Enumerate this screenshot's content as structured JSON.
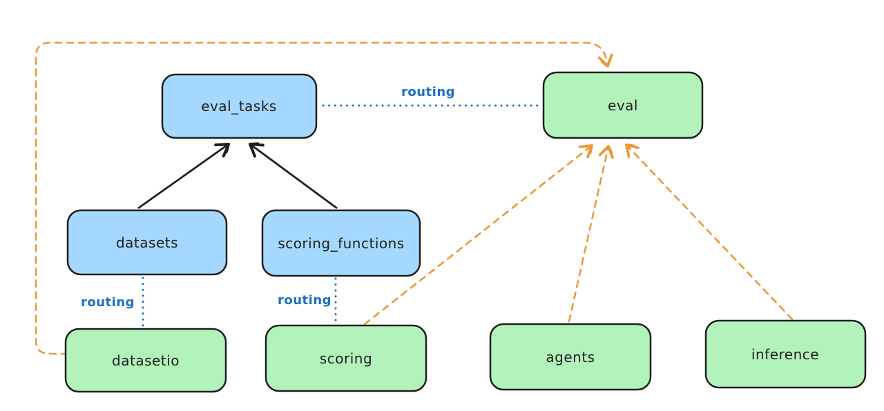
{
  "diagram": {
    "type": "flow-diagram",
    "nodes": [
      {
        "id": "eval_tasks",
        "label": "eval_tasks",
        "fill": "#a5d8ff"
      },
      {
        "id": "eval",
        "label": "eval",
        "fill": "#b2f2bb"
      },
      {
        "id": "datasets",
        "label": "datasets",
        "fill": "#a5d8ff"
      },
      {
        "id": "scoring_functions",
        "label": "scoring_functions",
        "fill": "#a5d8ff"
      },
      {
        "id": "datasetio",
        "label": "datasetio",
        "fill": "#b2f2bb"
      },
      {
        "id": "scoring",
        "label": "scoring",
        "fill": "#b2f2bb"
      },
      {
        "id": "agents",
        "label": "agents",
        "fill": "#b2f2bb"
      },
      {
        "id": "inference",
        "label": "inference",
        "fill": "#b2f2bb"
      }
    ],
    "edges": [
      {
        "from": "datasets",
        "to": "eval_tasks",
        "style": "solid-arrow",
        "color": "#1e1e1e"
      },
      {
        "from": "scoring_functions",
        "to": "eval_tasks",
        "style": "solid-arrow",
        "color": "#1e1e1e"
      },
      {
        "from": "eval_tasks",
        "to": "eval",
        "style": "dotted",
        "label": "routing",
        "color": "#1971c2"
      },
      {
        "from": "datasets",
        "to": "datasetio",
        "style": "dotted",
        "label": "routing",
        "color": "#1971c2"
      },
      {
        "from": "scoring_functions",
        "to": "scoring",
        "style": "dotted",
        "label": "routing",
        "color": "#1971c2"
      },
      {
        "from": "datasetio",
        "to": "eval",
        "style": "dashed-arrow",
        "color": "#ed9838"
      },
      {
        "from": "scoring",
        "to": "eval",
        "style": "dashed-arrow",
        "color": "#ed9838"
      },
      {
        "from": "agents",
        "to": "eval",
        "style": "dashed-arrow",
        "color": "#ed9838"
      },
      {
        "from": "inference",
        "to": "eval",
        "style": "dashed-arrow",
        "color": "#ed9838"
      }
    ]
  },
  "colors": {
    "background": "#ffffff",
    "node_border": "#1e1e1e",
    "blue_node_fill": "#a5d8ff",
    "green_node_fill": "#b2f2bb",
    "routing_label_blue": "#1971c2",
    "arrow_black": "#1e1e1e",
    "arrow_orange": "#ed9838",
    "text": "#1e1e1e"
  }
}
